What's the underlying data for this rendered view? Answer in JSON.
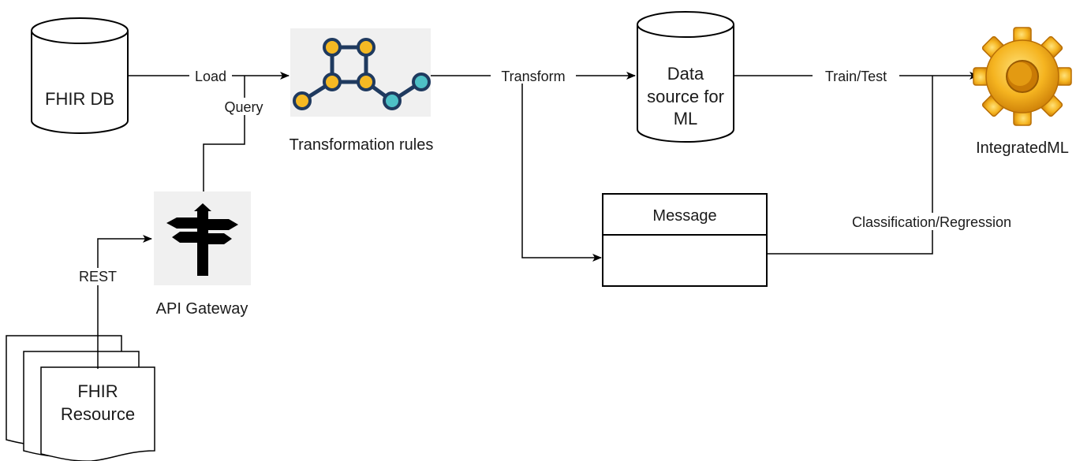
{
  "nodes": {
    "fhir_db": {
      "label": "FHIR DB"
    },
    "transformation_rules": {
      "label": "Transformation rules"
    },
    "data_source": {
      "label_lines": [
        "Data",
        "source for",
        "ML"
      ]
    },
    "integrated_ml": {
      "label": "IntegratedML"
    },
    "message": {
      "label": "Message"
    },
    "api_gateway": {
      "label": "API Gateway"
    },
    "fhir_resource": {
      "label_lines": [
        "FHIR",
        "Resource"
      ]
    }
  },
  "edges": {
    "load": "Load",
    "query": "Query",
    "transform": "Transform",
    "train_test": "Train/Test",
    "classification": "Classification/Regression",
    "rest": "REST"
  },
  "colors": {
    "graph_node_gold": "#F5B923",
    "graph_node_teal": "#4EC0C6",
    "graph_edge": "#1F3A5F",
    "gear": "#F2A81D",
    "icon_bg": "#F0F0F0",
    "stroke": "#000000"
  },
  "icons": {
    "transformation_rules": "graph-network-icon",
    "integrated_ml": "gear-icon",
    "api_gateway": "signpost-icon"
  }
}
